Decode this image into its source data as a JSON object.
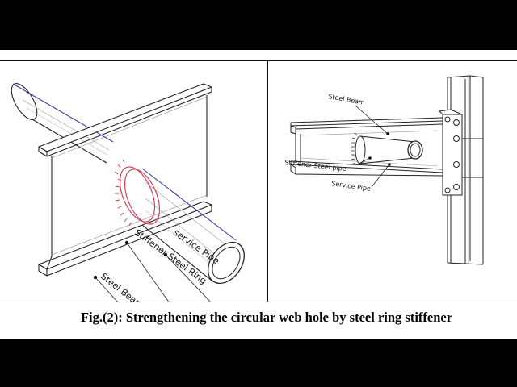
{
  "left_panel": {
    "labels": {
      "service_pipe": "service Pipe",
      "stiffener_ring": "Stiffener Steel Ring",
      "steel_beam": "Steel Beam"
    }
  },
  "right_panel": {
    "labels": {
      "steel_beam": "Steel Beam",
      "stiffener_pipe": "Stiffener Steel pipe",
      "service_pipe": "Service Pipe"
    }
  },
  "caption": "Fig.(2): Strengthening the circular web hole by steel ring stiffener",
  "colors": {
    "line": "#222222",
    "pipe_edge_blue": "#3a3ab0",
    "ring_red": "#d8324a",
    "background": "#ffffff"
  }
}
